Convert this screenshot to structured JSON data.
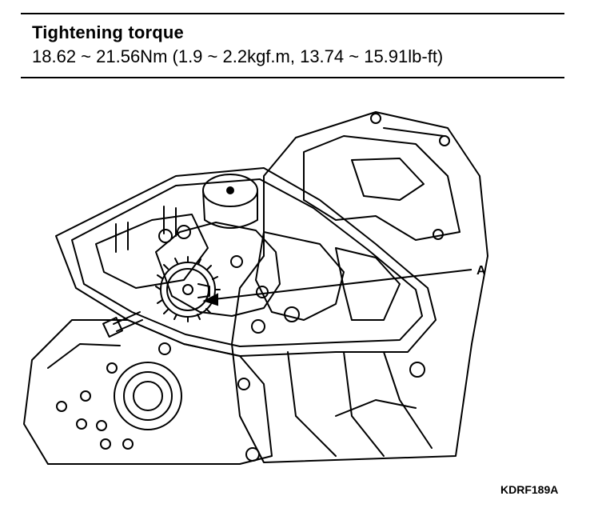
{
  "header": {
    "title": "Tightening torque",
    "spec": "18.62 ~ 21.56Nm (1.9 ~ 2.2kgf.m, 13.74 ~ 15.91lb-ft)"
  },
  "figure": {
    "callout_label": "A",
    "figure_code": "KDRF189A"
  }
}
